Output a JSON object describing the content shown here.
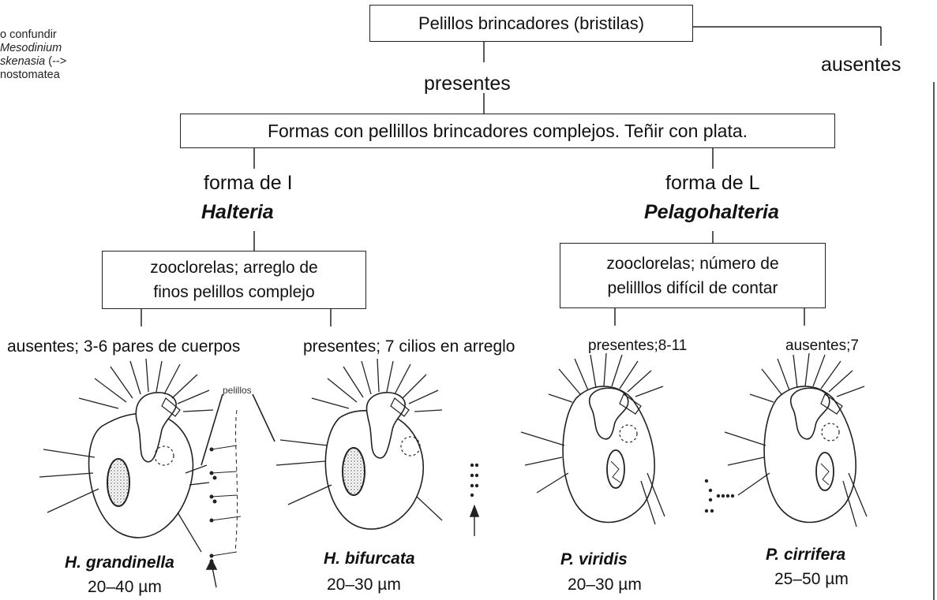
{
  "side_note": {
    "line1": "o confundir",
    "line2": "Mesodinium",
    "line3_italic": "skenasia",
    "line3_rest": " (-->",
    "line4": "nostomatea"
  },
  "root": {
    "label": "Pelillos brincadores (bristilas)"
  },
  "branch_absent": "ausentes",
  "branch_present": "presentes",
  "level2": {
    "label": "Formas con pellillos brincadores complejos. Teñir con plata."
  },
  "left": {
    "shape": "forma de I",
    "genus": "Halteria",
    "box_line1": "zooclorelas; arreglo de",
    "box_line2": "finos pelillos complejo",
    "opt_a": "ausentes; 3-6 pares de cuerpos",
    "opt_b": "presentes; 7 cilios en arreglo"
  },
  "right": {
    "shape": "forma de L",
    "genus": "Pelagohalteria",
    "box_line1": "zooclorelas; número de",
    "box_line2": "pelilllos difícil de contar",
    "opt_a": "presentes;8-11",
    "opt_b": "ausentes;7"
  },
  "pelillos_label": "pelillos",
  "species": [
    {
      "name": "H. grandinella",
      "size": "20–40 µm"
    },
    {
      "name": "H. bifurcata",
      "size": "20–30 µm"
    },
    {
      "name": "P. viridis",
      "size": "20–30 µm"
    },
    {
      "name": "P. cirrifera",
      "size": "25–50 µm"
    }
  ]
}
